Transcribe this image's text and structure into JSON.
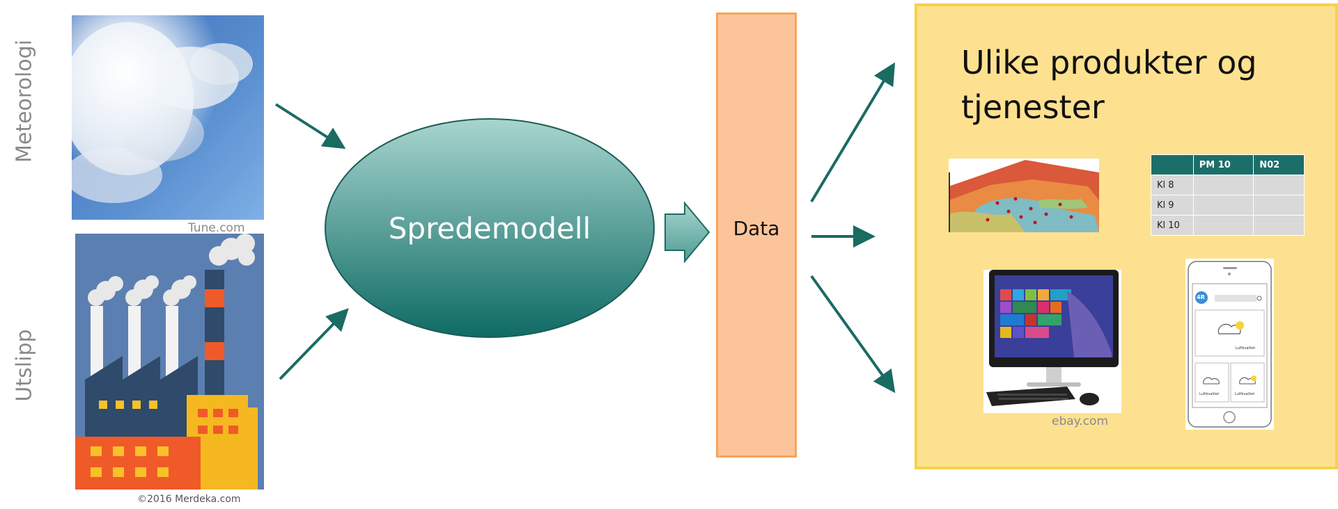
{
  "inputs": {
    "meteorology_label": "Meteorologi",
    "emissions_label": "Utslipp",
    "sky_credit": "Tune.com",
    "factory_credit": "©2016 Merdeka.com"
  },
  "model": {
    "label": "Spredemodell"
  },
  "data_box": {
    "label": "Data"
  },
  "products": {
    "title": "Ulike produkter og tjenester",
    "computer_credit": "ebay.com",
    "table": {
      "headers": [
        "",
        "PM 10",
        "N02"
      ],
      "rows": [
        [
          "Kl 8",
          "",
          ""
        ],
        [
          "Kl 9",
          "",
          ""
        ],
        [
          "Kl 10",
          "",
          ""
        ]
      ]
    },
    "phone": {
      "logo": "4R",
      "weather_label": "Luftkvalitet"
    }
  },
  "colors": {
    "arrow": "#1a6b62",
    "ellipse_top": "#a8d5cf",
    "ellipse_bottom": "#0e6b64",
    "data_fill": "#fcc49a",
    "panel_fill": "#fde190"
  }
}
